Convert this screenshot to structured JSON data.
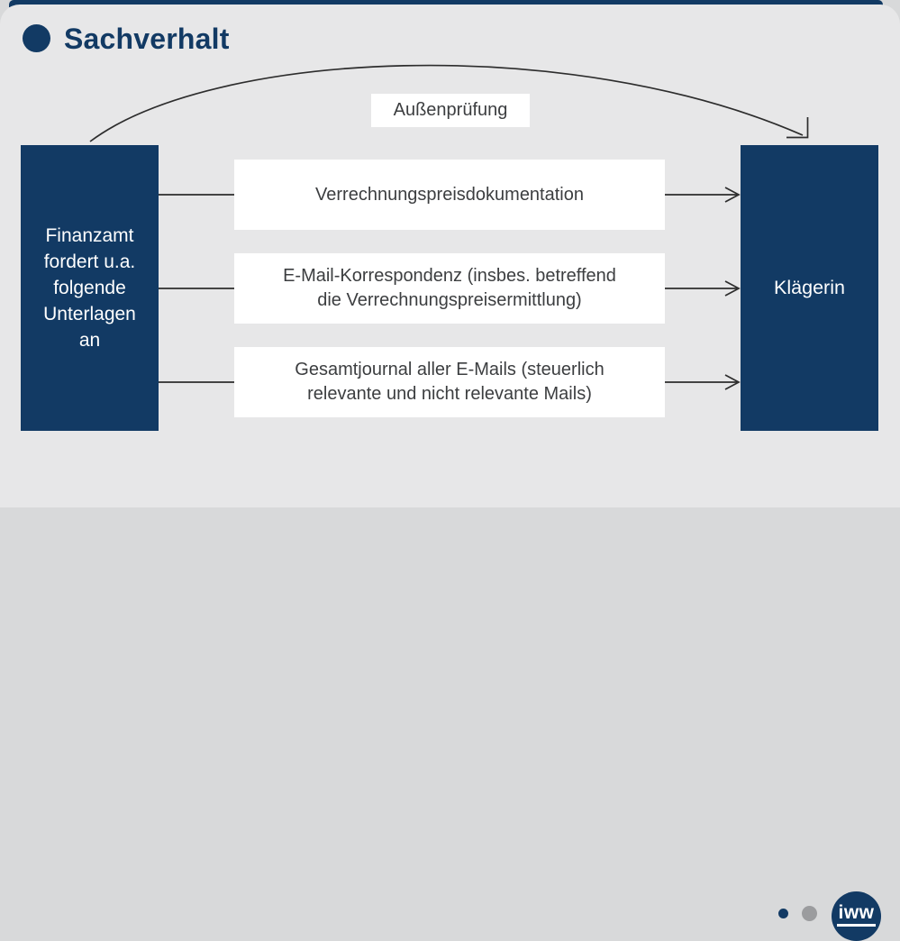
{
  "title": {
    "text": "Sachverhalt"
  },
  "colors": {
    "navy": "#123a64",
    "panel": "#e7e7e8",
    "background": "#d8d9da",
    "box_text": "#3c3e40",
    "arrow": "#2d2d2d",
    "dot_gray": "#9b9c9e",
    "white": "#ffffff"
  },
  "diagram": {
    "source_box": {
      "label": "Finanzamt\nfordert u.a.\nfolgende\nUnterlagen\nan"
    },
    "target_box": {
      "label": "Klägerin"
    },
    "curve_label": "Außenprüfung",
    "items": [
      {
        "label": "Verrechnungspreisdokumentation"
      },
      {
        "label": "E-Mail-Korrespondenz (insbes. betreffend\ndie Verrechnungspreisermittlung)"
      },
      {
        "label": "Gesamtjournal aller E-Mails (steuerlich\nrelevante und nicht relevante Mails)"
      }
    ]
  },
  "footer": {
    "logo": "iww"
  }
}
